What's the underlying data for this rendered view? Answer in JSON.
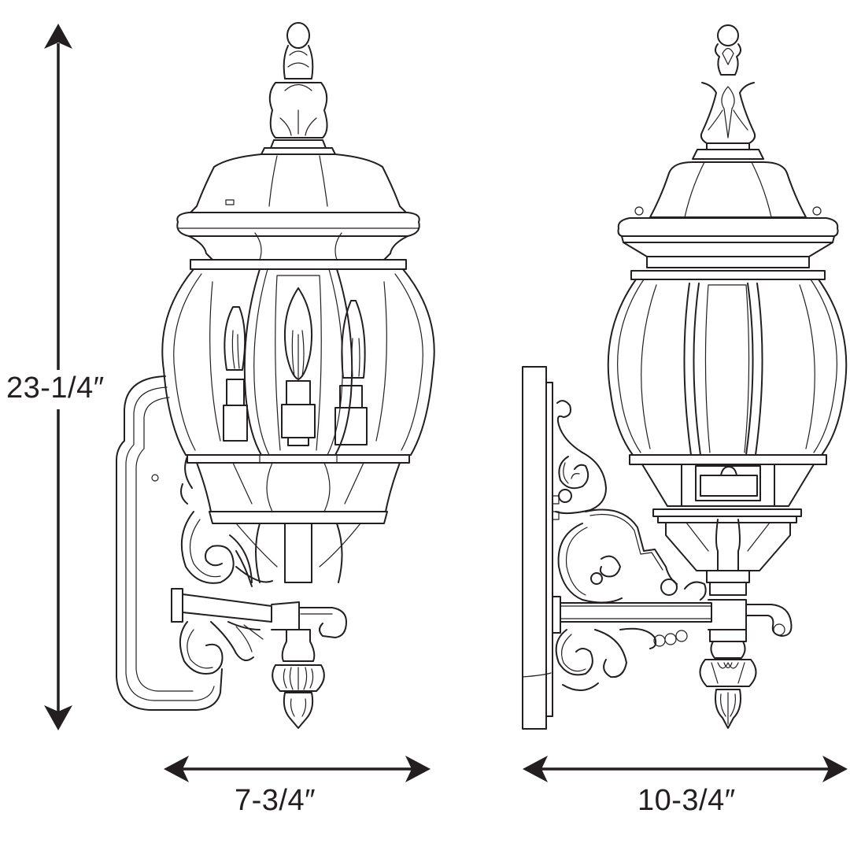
{
  "diagram": {
    "type": "product-dimension-drawing",
    "line_color": "#231f20",
    "background": "#ffffff",
    "views": [
      {
        "name": "front-view",
        "description": "Three-candle outdoor wall lantern, front view"
      },
      {
        "name": "side-view",
        "description": "Outdoor wall lantern, side profile view"
      }
    ],
    "dimensions": {
      "height": {
        "label": "23-1/4″",
        "orientation": "vertical"
      },
      "front_width": {
        "label": "7-3/4″",
        "orientation": "horizontal"
      },
      "side_depth": {
        "label": "10-3/4″",
        "orientation": "horizontal"
      }
    }
  }
}
